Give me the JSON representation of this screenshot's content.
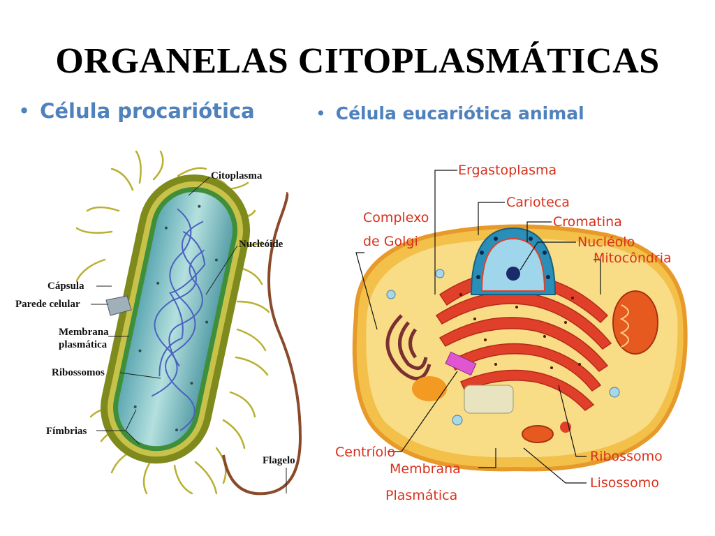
{
  "slide": {
    "title": "ORGANELAS CITOPLASMÁTICAS",
    "bullets": [
      {
        "marker": "•",
        "text": "Célula procariótica"
      },
      {
        "marker": "•",
        "text": "Célula eucariótica animal"
      }
    ]
  },
  "prokaryote": {
    "labels": {
      "citoplasma": "Citoplasma",
      "nucleoide": "Nucleóide",
      "capsula": "Cápsula",
      "parede": "Parede celular",
      "membrana1": "Membrana",
      "membrana2": "plasmática",
      "ribossomos": "Ribossomos",
      "fimbrias": "Fímbrias",
      "flagelo": "Flagelo"
    }
  },
  "eukaryote": {
    "labels": {
      "ergastoplasma": "Ergastoplasma",
      "carioteca": "Carioteca",
      "cromatina": "Cromatina",
      "nucleolo": "Nucléolo",
      "mitocondria": "Mitocôndria",
      "golgi1": "Complexo",
      "golgi2": "de Golgi",
      "centriolo": "Centríolo",
      "membrana1": "Membrana",
      "membrana2": "Plasmática",
      "ribossomo": "Ribossomo",
      "lisossomo": "Lisossomo"
    }
  },
  "colors": {
    "bullet": "#4f81bd",
    "right_labels": "#d8311c",
    "cytoplasm_cyan": "#8fcfd0",
    "capsule_olive": "#8a8a1e",
    "er_red": "#e0402a",
    "cell_yellow": "#f5c44a"
  }
}
